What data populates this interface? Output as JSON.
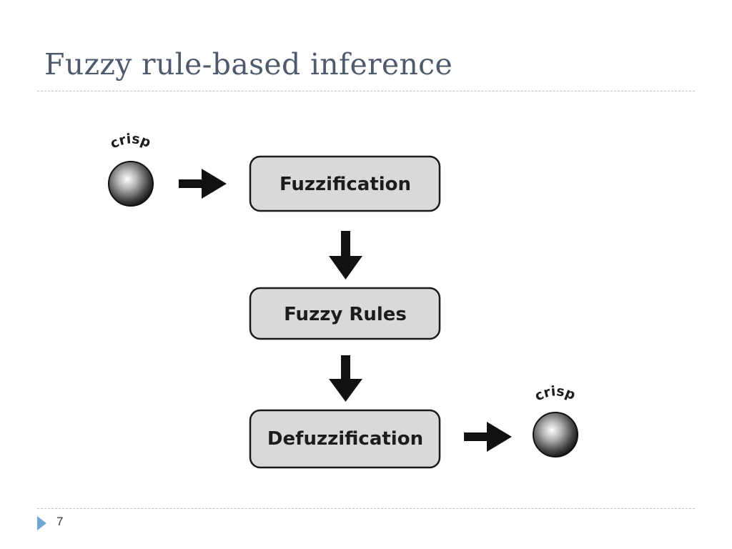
{
  "slide": {
    "title": "Fuzzy rule-based inference",
    "page_number": "7"
  },
  "diagram": {
    "input_label": "crisp",
    "output_label": "crisp",
    "steps": [
      {
        "label": "Fuzzification"
      },
      {
        "label": "Fuzzy Rules"
      },
      {
        "label": "Defuzzification"
      }
    ],
    "colors": {
      "box_fill": "#d9d9d9",
      "box_stroke": "#1a1a1a",
      "arrow": "#111111",
      "title": "#4f5a6b",
      "rule": "#b7c2cf",
      "bullet": "#6ea7cf"
    }
  }
}
